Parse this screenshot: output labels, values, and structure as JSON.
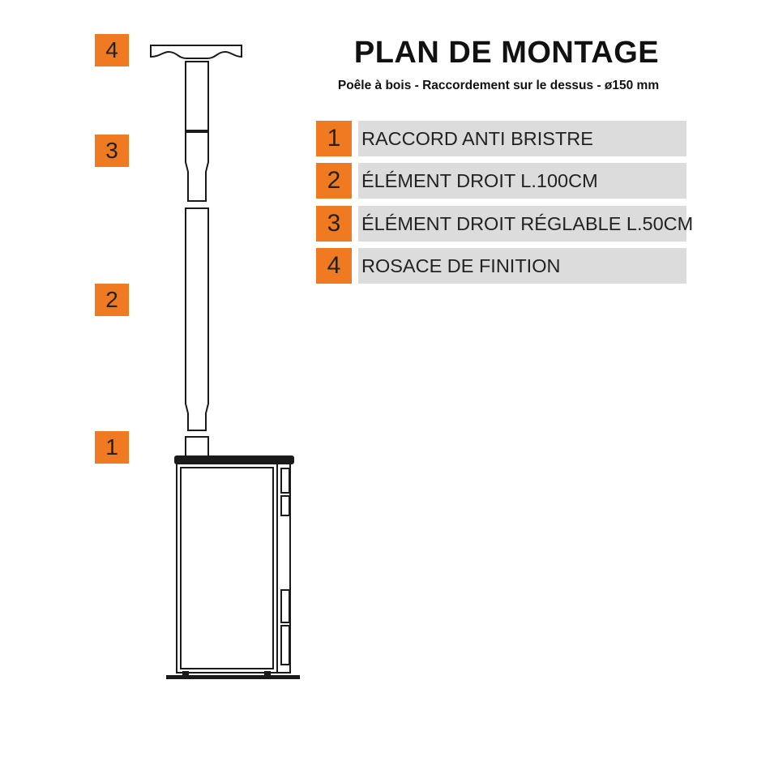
{
  "header": {
    "title": "PLAN DE MONTAGE",
    "subtitle": "Poêle à bois - Raccordement sur le dessus - ø150 mm"
  },
  "legend": [
    {
      "number": "1",
      "label": "RACCORD ANTI BRISTRE"
    },
    {
      "number": "2",
      "label": "ÉLÉMENT DROIT L.100CM"
    },
    {
      "number": "3",
      "label": "ÉLÉMENT DROIT RÉGLABLE L.50CM"
    },
    {
      "number": "4",
      "label": "ROSACE DE FINITION"
    }
  ],
  "markers": [
    "4",
    "3",
    "2",
    "1"
  ],
  "colors": {
    "accent": "#f07a22",
    "label_bg": "#dcdcdc",
    "line": "#1a1a1a"
  }
}
